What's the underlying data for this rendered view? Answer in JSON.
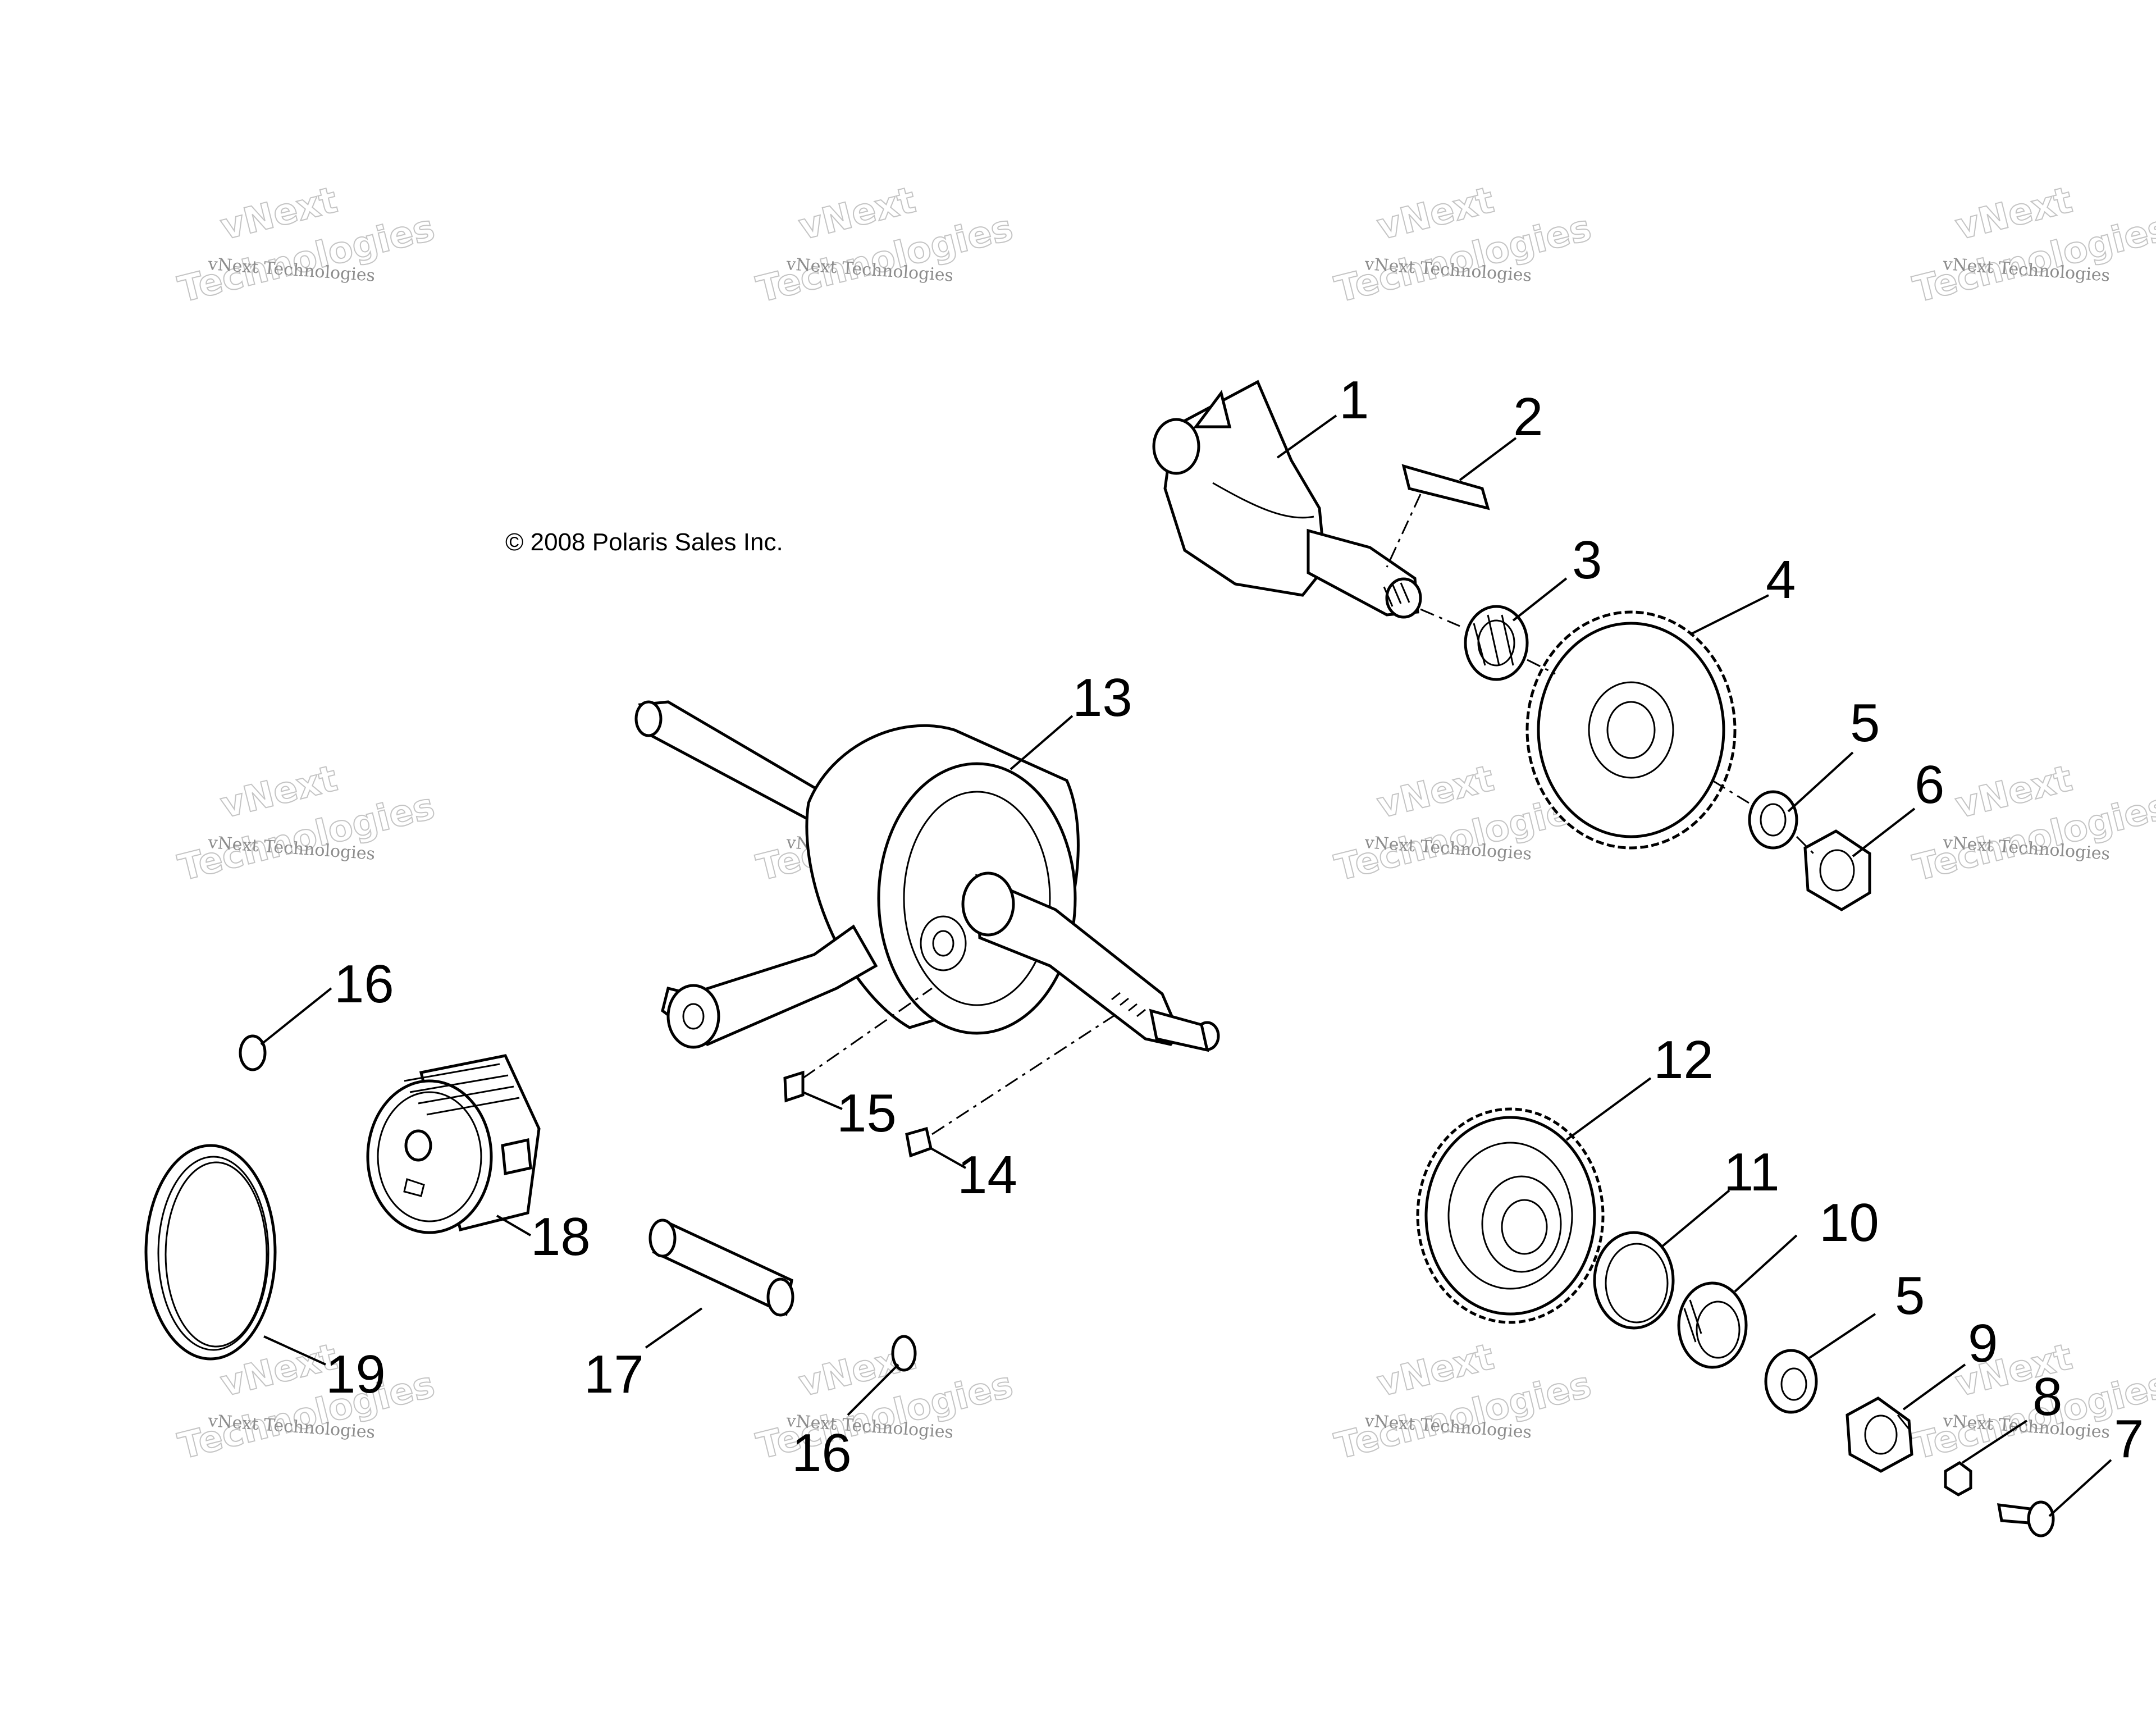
{
  "copyright": "© 2008 Polaris Sales Inc.",
  "watermark": {
    "line1": "vNext Technologies",
    "line2": "vNext",
    "line3": "Technologies"
  },
  "callouts": {
    "c1": "1",
    "c2": "2",
    "c3": "3",
    "c4": "4",
    "c5a": "5",
    "c6": "6",
    "c7": "7",
    "c8": "8",
    "c9": "9",
    "c10": "10",
    "c11": "11",
    "c12": "12",
    "c13": "13",
    "c14": "14",
    "c15": "15",
    "c16a": "16",
    "c16b": "16",
    "c17": "17",
    "c18": "18",
    "c19": "19",
    "c5b": "5"
  }
}
